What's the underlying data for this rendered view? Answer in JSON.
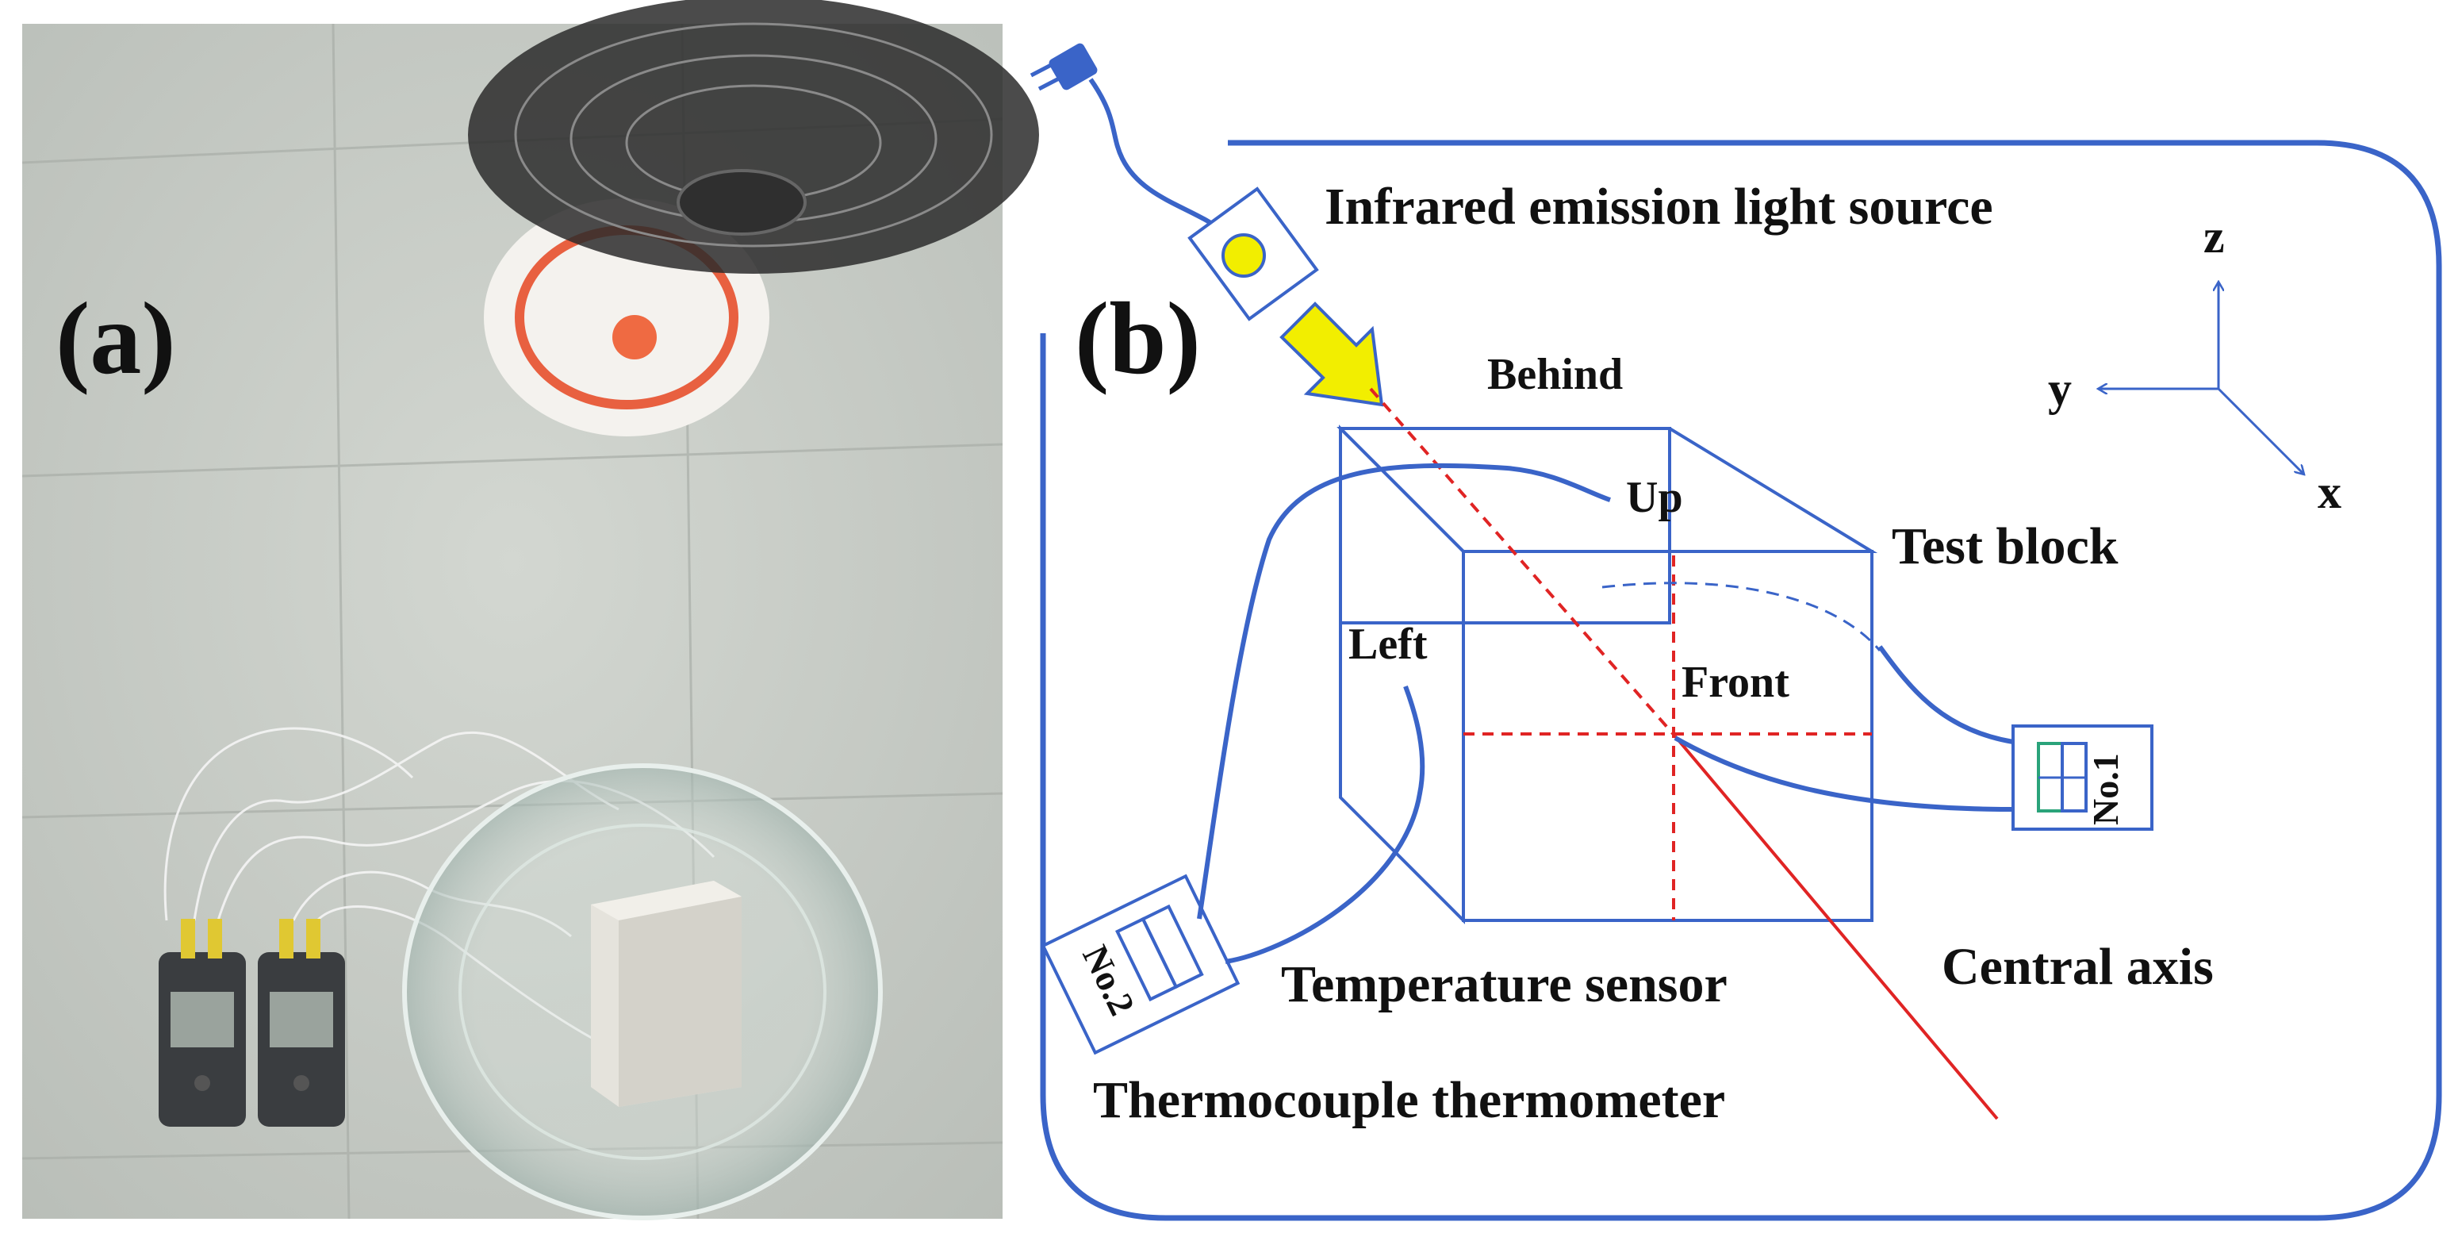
{
  "panel_a": {
    "label": "(a)",
    "objects": [
      "desk-fan",
      "thermocouple-thermometer-1",
      "thermocouple-thermometer-2",
      "glass-bowl",
      "test-block",
      "thermocouple-wires"
    ]
  },
  "panel_b": {
    "label": "(b)",
    "light_source": "Infrared emission light source",
    "behind": "Behind",
    "up": "Up",
    "test_block": "Test block",
    "left": "Left",
    "front": "Front",
    "meter_1": "No.1",
    "meter_2": "No.2",
    "temperature_sensor": "Temperature sensor",
    "central_axis": "Central axis",
    "thermometer": "Thermocouple thermometer",
    "axes": {
      "z": "z",
      "y": "y",
      "x": "x"
    }
  },
  "colors": {
    "diagram_blue": "#3a64c8",
    "axis_red": "#e02424",
    "arrow_yellow": "#f2ee00",
    "meter_green": "#2aa37a",
    "floor_gray": "#c8cdc7"
  }
}
